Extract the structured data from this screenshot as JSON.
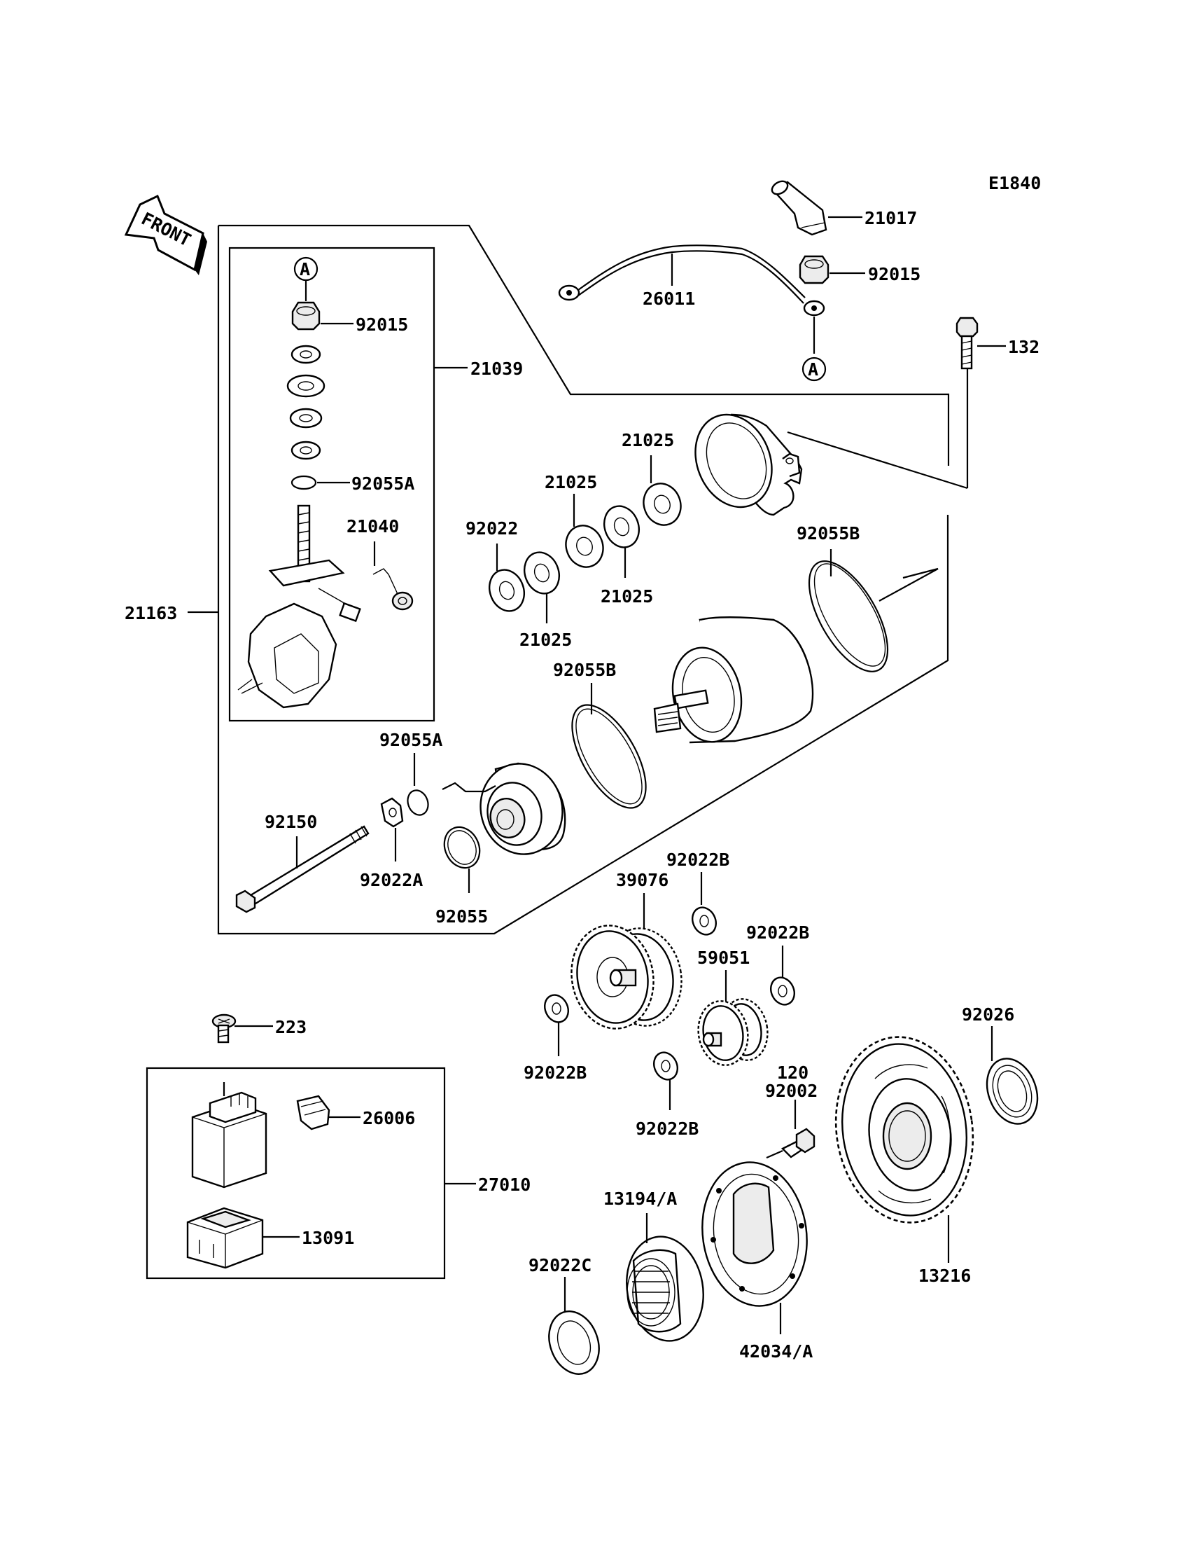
{
  "diagram": {
    "code": "E1840",
    "front_label": "FRONT",
    "ref_marker": "A",
    "labels": {
      "p21017": "21017",
      "p92015_top": "92015",
      "p26011": "26011",
      "p132": "132",
      "p92015_box": "92015",
      "p21039": "21039",
      "p92055A_box": "92055A",
      "p21040": "21040",
      "p21163": "21163",
      "p21025_a": "21025",
      "p21025_b": "21025",
      "p92022": "92022",
      "p21025_c": "21025",
      "p21025_d": "21025",
      "p92055B_a": "92055B",
      "p92055B_b": "92055B",
      "p92055A": "92055A",
      "p92150": "92150",
      "p92022A": "92022A",
      "p92055": "92055",
      "p92022B_a": "92022B",
      "p39076": "39076",
      "p92022B_b": "92022B",
      "p59051": "59051",
      "p92022B_c": "92022B",
      "p92022B_d": "92022B",
      "p92026": "92026",
      "p223": "223",
      "p26006": "26006",
      "p27010": "27010",
      "p13091": "13091",
      "p120": "120",
      "p92002": "92002",
      "p13194A": "13194/A",
      "p92022C": "92022C",
      "p42034A": "42034/A",
      "p13216": "13216"
    }
  }
}
